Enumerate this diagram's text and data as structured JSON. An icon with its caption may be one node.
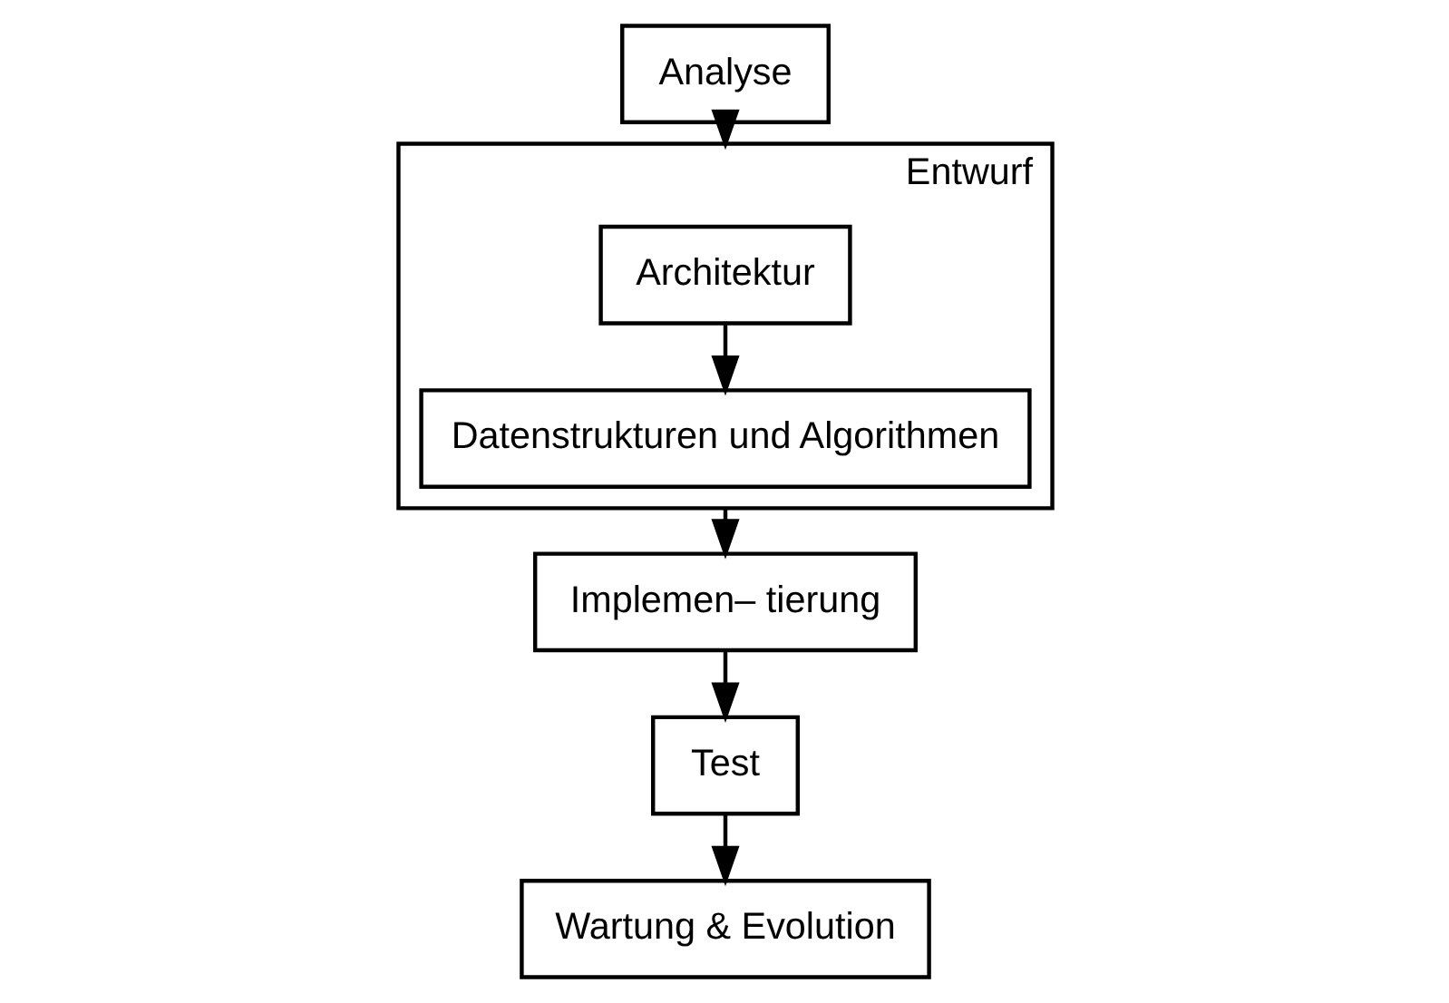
{
  "diagram": {
    "nodes": [
      {
        "text": [
          "Analyse"
        ]
      },
      {
        "text": [
          "Entwurf"
        ]
      },
      {
        "text": [
          "Architektur"
        ],
        "in": 1
      },
      {
        "text": [
          "Datenstrukturen und Algorithmen"
        ],
        "in": 1
      },
      {
        "text": [
          "Implemen– tierung"
        ]
      },
      {
        "text": [
          "Test"
        ]
      },
      {
        "text": [
          "Wartung & Evolution"
        ]
      }
    ],
    "edges": [
      {
        "from": 0,
        "to": 1,
        "arrow": "to"
      },
      {
        "from": 2,
        "to": 3,
        "arrow": "to"
      },
      {
        "from": 1,
        "to": 4,
        "arrow": "to"
      },
      {
        "from": 4,
        "to": 5,
        "arrow": "to"
      },
      {
        "from": 5,
        "to": 6,
        "arrow": "to"
      }
    ]
  }
}
